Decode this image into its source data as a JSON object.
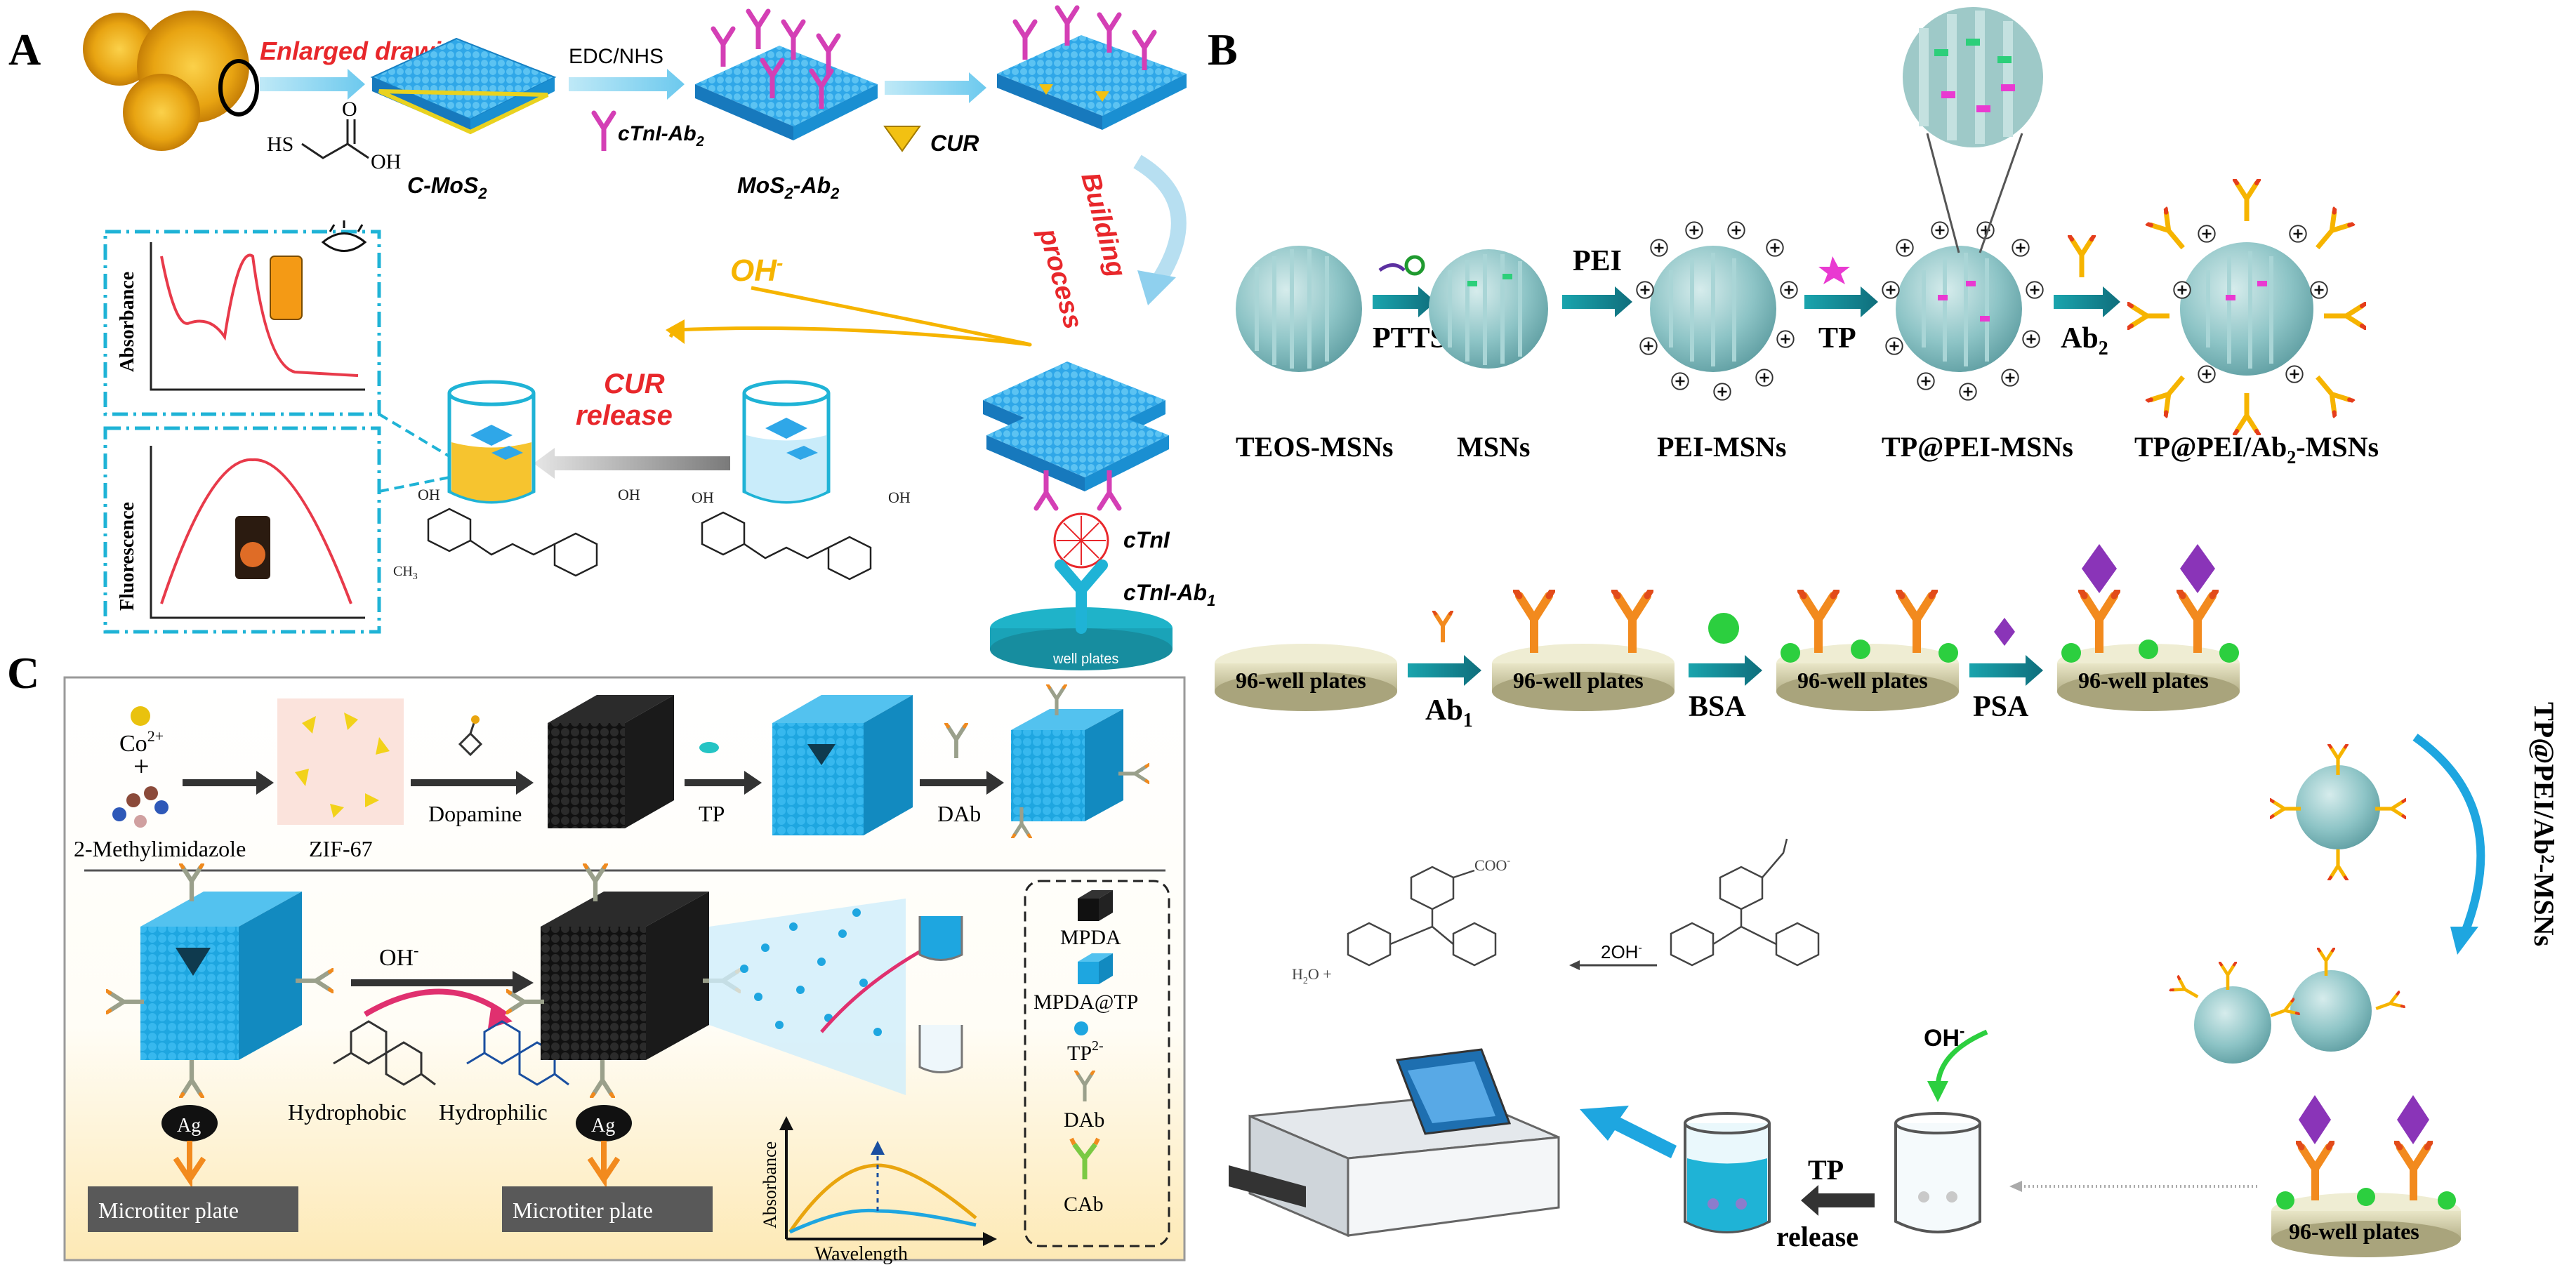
{
  "panels": {
    "a": {
      "letter": "A",
      "enlarged": "Enlarged drawing",
      "edc": "EDC/NHS",
      "cmos2": "C-MoS",
      "sub2": "2",
      "ctni_ab2": "cTnI-Ab",
      "mos2_ab2": "MoS",
      "mos2_ab2_tail": "-Ab",
      "cur": "CUR",
      "building": "Building",
      "process": "process",
      "ohm": "OH",
      "cur_release_1": "CUR",
      "cur_release_2": "release",
      "absorbance": "Absorbance",
      "fluorescence": "Fluorescence",
      "ctni": "cTnI",
      "ctni_ab1": "cTnI-Ab",
      "well_plates": "well plates",
      "och3": "CH",
      "oh": "OH",
      "hs": "HS",
      "o": "O"
    },
    "b": {
      "letter": "B",
      "ptts": "PTTS",
      "pei": "PEI",
      "tp": "TP",
      "ab2": "Ab",
      "teos": "TEOS-MSNs",
      "msns": "MSNs",
      "pei_msns": "PEI-MSNs",
      "tp_pei": "TP@PEI-MSNs",
      "tp_pei_ab2": "TP@PEI/Ab",
      "msns_tail": "-MSNs",
      "well96": "96-well plates",
      "ab1": "Ab",
      "bsa": "BSA",
      "psa": "PSA",
      "vertical": "TP@PEI/Ab",
      "twooh": "2OH",
      "h2o": "H",
      "ohm": "OH",
      "tp_release_1": "TP",
      "tp_release_2": "release",
      "coo": "COO"
    },
    "c": {
      "letter": "C",
      "co": "Co",
      "co_charge": "2+",
      "plus": "+",
      "methyl": "2-Methylimidazole",
      "zif": "ZIF-67",
      "dopamine": "Dopamine",
      "tp": "TP",
      "dab": "DAb",
      "ohm": "OH",
      "hydrophobic": "Hydrophobic",
      "hydrophilic": "Hydrophilic",
      "ag": "Ag",
      "microtiter": "Microtiter plate",
      "absorbance": "Absorbance",
      "wavelength": "Wavelength",
      "legend_mpda": "MPDA",
      "legend_mpdatp": "MPDA@TP",
      "legend_tp": "TP",
      "legend_tp_charge": "2-",
      "legend_dab": "DAb",
      "legend_cab": "CAb"
    }
  },
  "colors": {
    "red_label": "#e8272b",
    "cyan_dash": "#1fb3d6",
    "mos2_blue": "#2fa7e8",
    "mpda_blue": "#1ea6e0",
    "teal_arrow": "#1a8f9b",
    "magenta": "#d43fb5",
    "orange": "#f28a1e",
    "purple": "#8a34b8",
    "green_bsa": "#2ccf3f",
    "yellow": "#f7c21a",
    "sphere": "#8fc6c8"
  }
}
